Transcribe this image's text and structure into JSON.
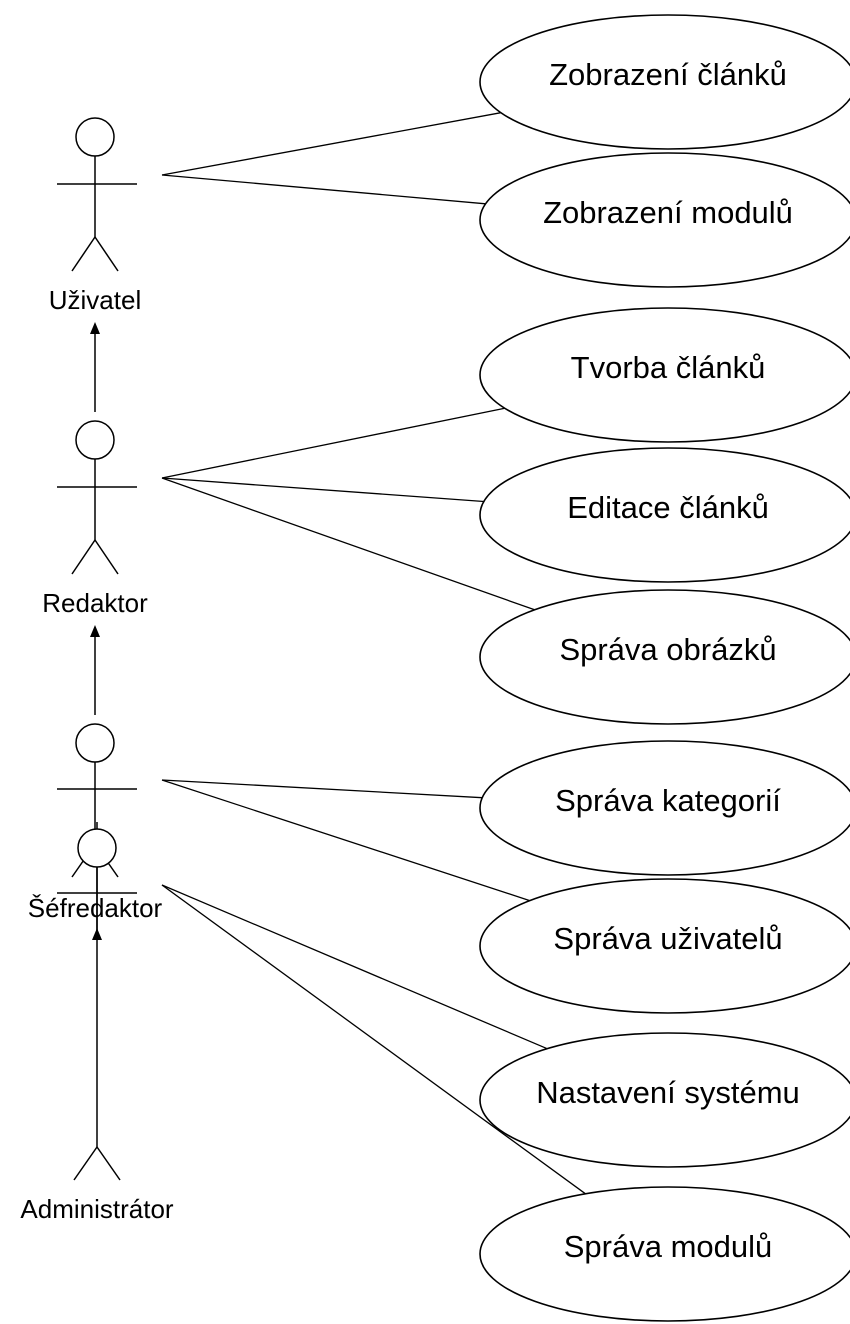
{
  "actors": [
    {
      "id": "uzivatel",
      "name": "Uživatel"
    },
    {
      "id": "redaktor",
      "name": "Redaktor"
    },
    {
      "id": "sefredaktor",
      "name": "Šéfredaktor"
    },
    {
      "id": "administrator",
      "name": "Administrátor"
    }
  ],
  "use_cases": [
    {
      "id": "zobrazeni-clanku",
      "label": "Zobrazení článků",
      "actor": "uzivatel"
    },
    {
      "id": "zobrazeni-modulu",
      "label": "Zobrazení modulů",
      "actor": "uzivatel"
    },
    {
      "id": "tvorba-clanku",
      "label": "Tvorba článků",
      "actor": "redaktor"
    },
    {
      "id": "editace-clanku",
      "label": "Editace článků",
      "actor": "redaktor"
    },
    {
      "id": "sprava-obrazku",
      "label": "Správa obrázků",
      "actor": "redaktor"
    },
    {
      "id": "sprava-kategorii",
      "label": "Správa kategorií",
      "actor": "sefredaktor"
    },
    {
      "id": "sprava-uzivatelu",
      "label": "Správa uživatelů",
      "actor": "sefredaktor"
    },
    {
      "id": "nastaveni-systemu",
      "label": "Nastavení systému",
      "actor": "administrator"
    },
    {
      "id": "sprava-modulu",
      "label": "Správa modulů",
      "actor": "administrator"
    }
  ],
  "generalizations": [
    {
      "from": "redaktor",
      "to": "uzivatel"
    },
    {
      "from": "sefredaktor",
      "to": "redaktor"
    },
    {
      "from": "administrator",
      "to": "sefredaktor"
    }
  ]
}
